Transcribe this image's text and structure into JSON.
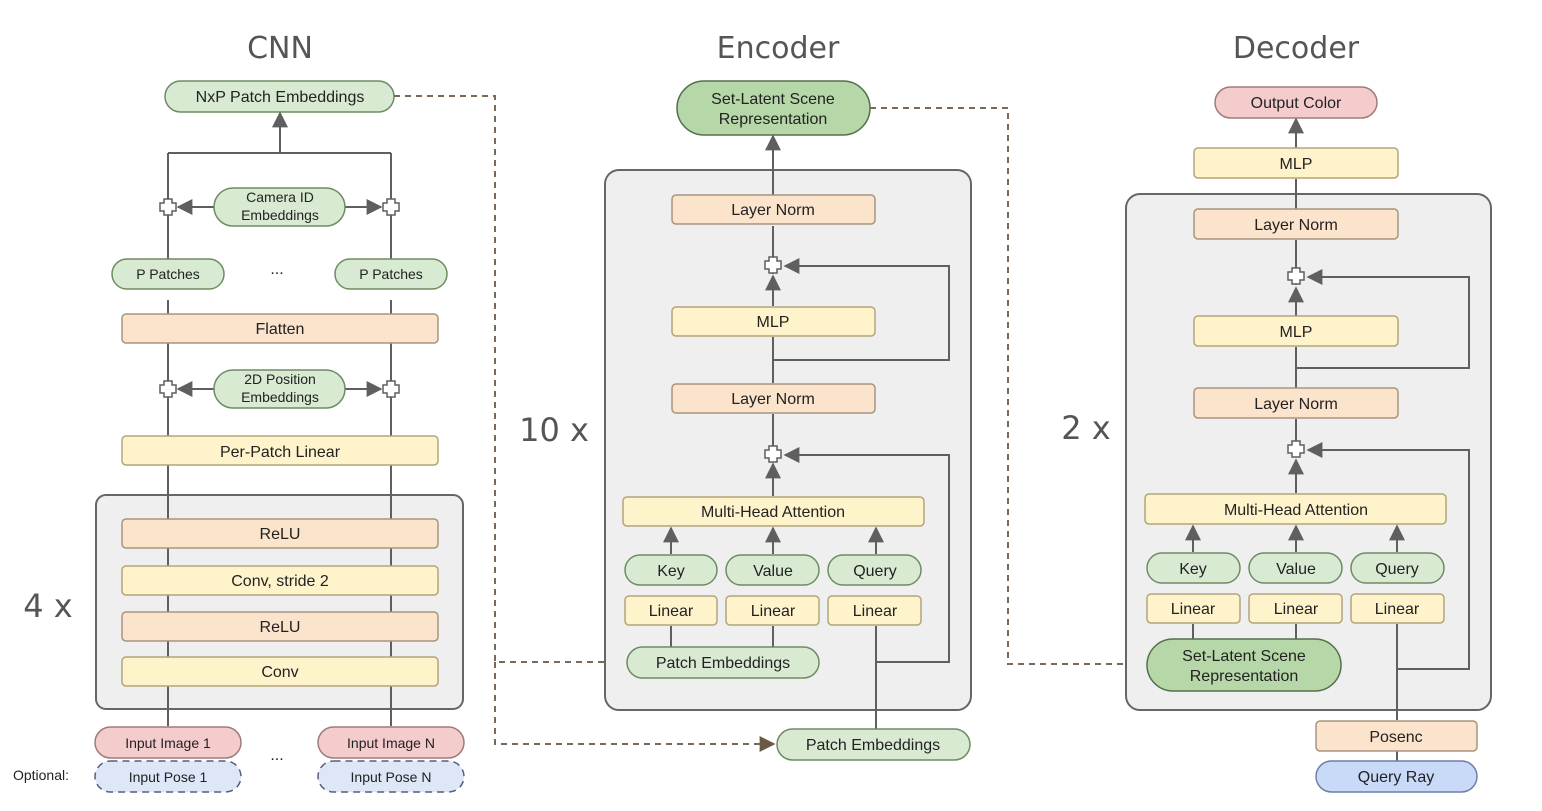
{
  "headers": {
    "cnn": "CNN",
    "encoder": "Encoder",
    "decoder": "Decoder"
  },
  "repeats": {
    "cnn": "4 x",
    "encoder": "10 x",
    "decoder": "2 x"
  },
  "cnn": {
    "output": "NxP Patch Embeddings",
    "camera_id": [
      "Camera ID",
      "Embeddings"
    ],
    "patches": "P Patches",
    "ellipsis": "...",
    "flatten": "Flatten",
    "pos_emb": [
      "2D Position",
      "Embeddings"
    ],
    "per_patch_linear": "Per-Patch Linear",
    "relu": "ReLU",
    "conv_stride": "Conv, stride 2",
    "conv": "Conv",
    "input_image_1": "Input Image 1",
    "input_image_n": "Input Image N",
    "optional_label": "Optional:",
    "input_pose_1": "Input Pose 1",
    "input_pose_n": "Input Pose N"
  },
  "encoder": {
    "output": [
      "Set-Latent Scene",
      "Representation"
    ],
    "layer_norm": "Layer Norm",
    "mlp": "MLP",
    "mha": "Multi-Head Attention",
    "key": "Key",
    "value": "Value",
    "query": "Query",
    "linear": "Linear",
    "patch_embeddings": "Patch Embeddings"
  },
  "decoder": {
    "output": "Output Color",
    "mlp": "MLP",
    "layer_norm": "Layer Norm",
    "mha": "Multi-Head Attention",
    "key": "Key",
    "value": "Value",
    "query": "Query",
    "linear": "Linear",
    "slsr": [
      "Set-Latent Scene",
      "Representation"
    ],
    "posenc": "Posenc",
    "query_ray": "Query Ray"
  },
  "colors": {
    "layer_norm": "#fbe3cc",
    "linear_mlp": "#fff3cb",
    "embedding": "#d9ead3",
    "latent": "#b6d7a8",
    "input_image": "#f4cccc",
    "query_ray": "#c9daf8",
    "group_bg": "#efefef"
  }
}
